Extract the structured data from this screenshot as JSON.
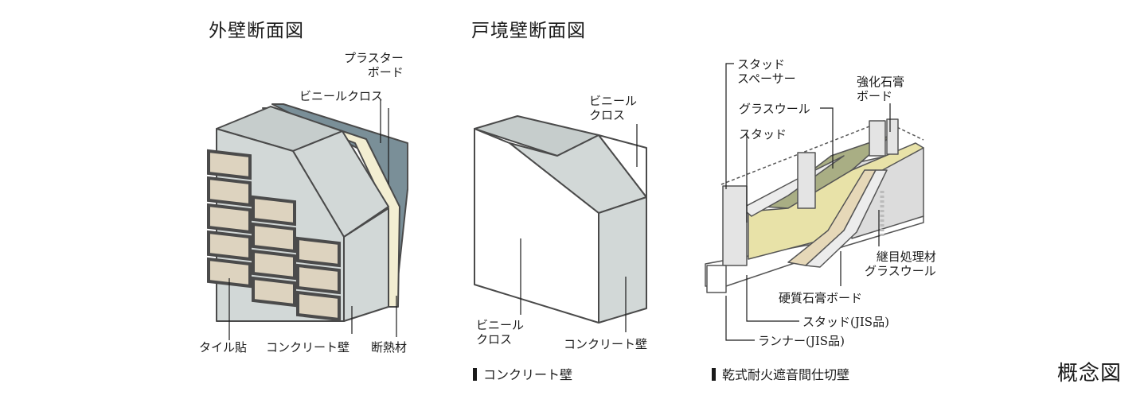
{
  "titles": {
    "exterior": "外壁断面図",
    "boundary": "戸境壁断面図",
    "concept": "概念図"
  },
  "exterior_labels": {
    "plasterboard": "プラスター\nボード",
    "vinyl_cloth": "ビニールクロス",
    "tile": "タイル貼",
    "concrete": "コンクリート壁",
    "insulation": "断熱材"
  },
  "boundary_labels": {
    "vinyl_cloth_top": "ビニール\nクロス",
    "vinyl_cloth_bottom": "ビニール\nクロス",
    "concrete": "コンクリート壁"
  },
  "drywall_labels": {
    "stud_spacer": "スタッド\nスペーサー",
    "glass_wool_top": "グラスウール",
    "stud_top": "スタッド",
    "strong_gypsum": "強化石膏\nボード",
    "joint": "継目処理材\nグラスウール",
    "hard_gypsum": "硬質石膏ボード",
    "stud_jis": "スタッド(JIS品)",
    "runner_jis": "ランナー(JIS品)"
  },
  "captions": {
    "concrete_wall": "コンクリート壁",
    "drywall": "乾式耐火遮音間仕切壁"
  },
  "colors": {
    "concrete": "#d2d8d7",
    "concrete_top": "#c6cdcc",
    "tile": "#ddd3bf",
    "tile_edge": "#4b4b4b",
    "board_blue": "#7a8f98",
    "board_cream": "#f3eed2",
    "glass_wool": "#e8e2a8",
    "glass_wool_green": "#a9ae84",
    "gypsum_hard": "#e6d8b8",
    "speckle": "#ececec"
  }
}
